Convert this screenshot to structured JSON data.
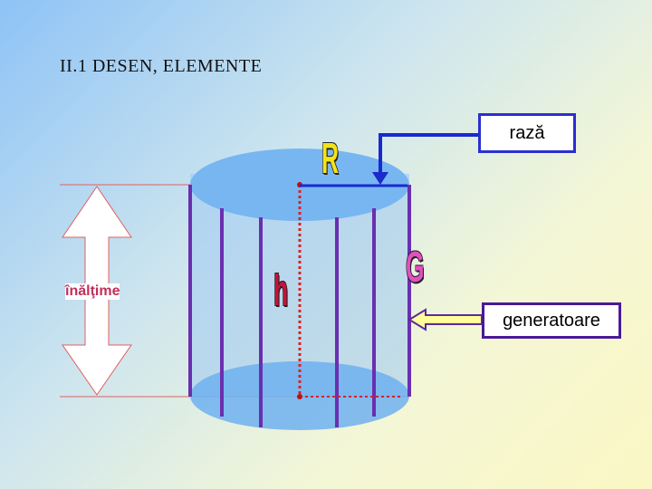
{
  "title": "II.1 DESEN, ELEMENTE",
  "labels": {
    "radius": "rază",
    "generator": "generatoare",
    "height": "înălţime",
    "r_letter": "R",
    "g_letter": "G",
    "h_letter": "h"
  },
  "colors": {
    "cylinder_fill": "#7fb8f4",
    "cylinder_edge": "#6a2fb0",
    "red_dotted": "#e02020",
    "arrow_yellow": "#ffff99",
    "arrow_outline": "#5a2aa0"
  }
}
